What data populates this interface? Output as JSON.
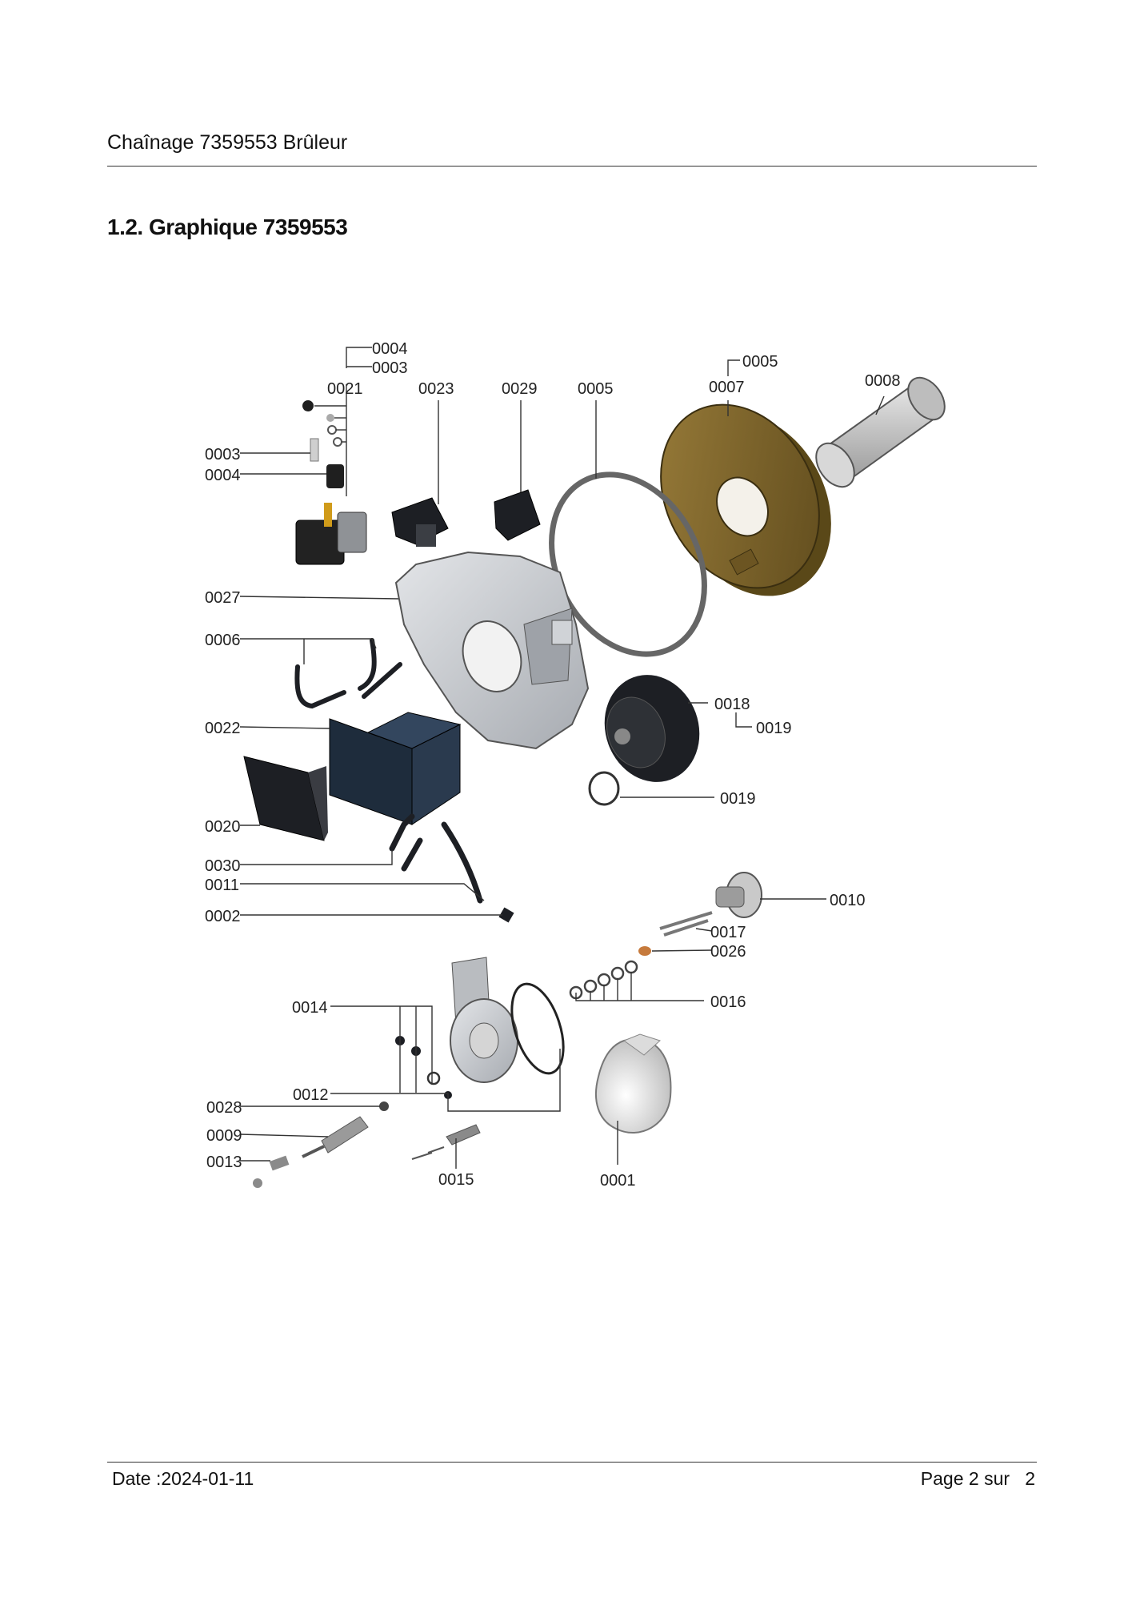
{
  "header": {
    "title": "Chaînage 7359553 Brûleur"
  },
  "section": {
    "title": "1.2. Graphique 7359553"
  },
  "diagram": {
    "labels": {
      "p0001": "0001",
      "p0002": "0002",
      "p0003a": "0003",
      "p0003b": "0003",
      "p0004a": "0004",
      "p0004b": "0004",
      "p0005a": "0005",
      "p0005b": "0005",
      "p0006": "0006",
      "p0007": "0007",
      "p0008": "0008",
      "p0009": "0009",
      "p0010": "0010",
      "p0011": "0011",
      "p0012": "0012",
      "p0013": "0013",
      "p0014": "0014",
      "p0015": "0015",
      "p0016": "0016",
      "p0017": "0017",
      "p0018": "0018",
      "p0019a": "0019",
      "p0019b": "0019",
      "p0020": "0020",
      "p0021": "0021",
      "p0022": "0022",
      "p0023": "0023",
      "p0026": "0026",
      "p0027": "0027",
      "p0028": "0028",
      "p0029": "0029",
      "p0030": "0030"
    },
    "colors": {
      "fan_housing": "#7a6128",
      "plate": "#c9ccd0",
      "dark_part": "#1d1f24",
      "line": "#333333"
    }
  },
  "footer": {
    "date": "Date :2024-01-11",
    "page": "Page 2 sur   2"
  }
}
